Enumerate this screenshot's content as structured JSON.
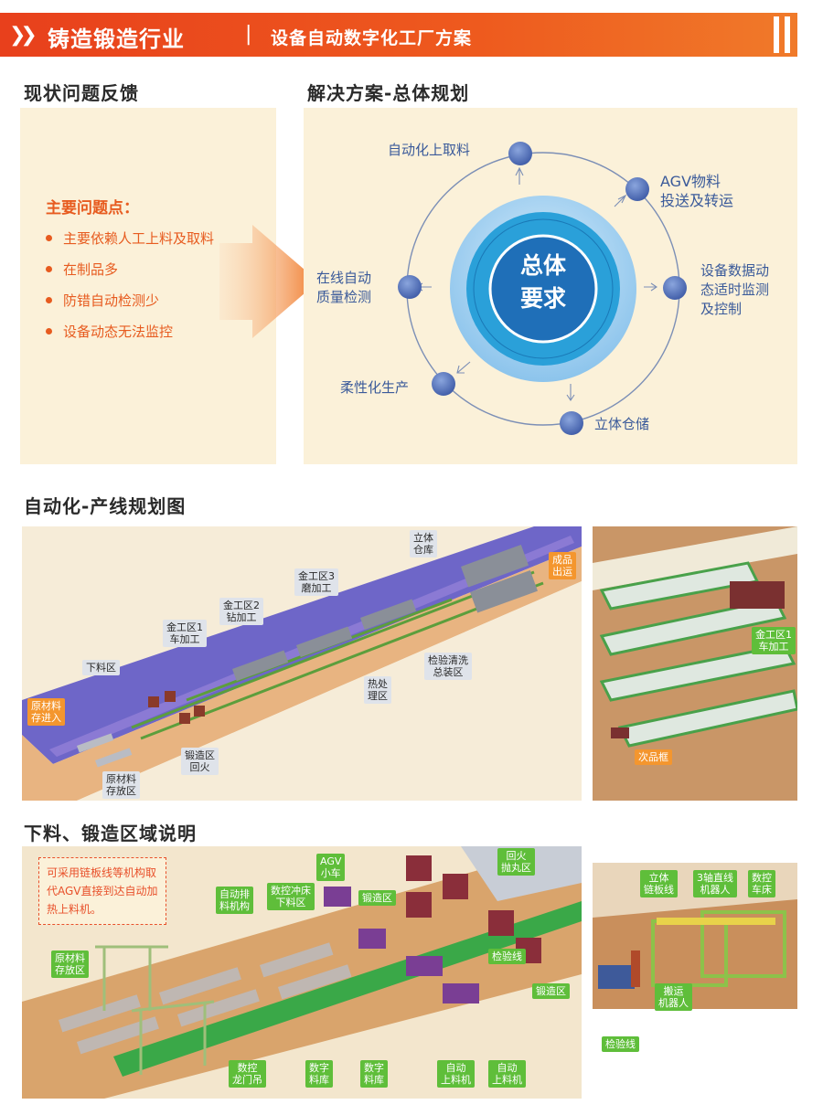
{
  "header": {
    "title": "铸造锻造行业",
    "separator": "|",
    "subtitle": "设备自动数字化工厂方案"
  },
  "sections": {
    "status": "现状问题反馈",
    "solution": "解决方案-总体规划",
    "line_plan": "自动化-产线规划图",
    "forging": "下料、锻造区域说明"
  },
  "problems": {
    "title": "主要问题点：",
    "items": [
      "主要依赖人工上料及取料",
      "在制品多",
      "防错自动检测少",
      "设备动态无法监控"
    ]
  },
  "overall": {
    "center_line1": "总体",
    "center_line2": "要求",
    "nodes": [
      "自动化上取料",
      "AGV物料\n投送及转运",
      "设备数据动\n态适时监测\n及控制",
      "立体仓储",
      "柔性化生产",
      "在线自动\n质量检测"
    ]
  },
  "line_plan": {
    "labels": {
      "warehouse": "立体\n仓库",
      "finished_out": "成品\n出运",
      "metal3": "金工区3\n磨加工",
      "metal2": "金工区2\n钻加工",
      "metal1": "金工区1\n车加工",
      "blanking": "下料区",
      "raw_in": "原材料\n存进入",
      "inspection": "检验清洗\n总装区",
      "heat": "热处\n理区",
      "forging_temper": "锻造区\n回火",
      "raw_store": "原材料\n存放区",
      "metal1_right": "金工区1\n车加工",
      "reject_box": "次品框"
    }
  },
  "forging": {
    "note": "可采用链板线等机构取代AGV直接到达自动加热上料机。",
    "labels": {
      "agv": "AGV\n小车",
      "temper": "回火\n抛丸区",
      "auto_feed": "自动排\n料机构",
      "cnc_punch": "数控冲床\n下料区",
      "forge_zone": "锻造区",
      "raw_store": "原材料\n存放区",
      "check_line": "检验线",
      "forge_zone2": "锻造区",
      "gantry": "数控\n龙门吊",
      "store1": "数字\n料库",
      "store2": "数字\n料库",
      "loader1": "自动\n上料机",
      "loader2": "自动\n上料机",
      "chain": "立体\n链板线",
      "robot3": "3轴直线\n机器人",
      "cnc_lathe": "数控\n车床",
      "carry_robot": "搬运\n机器人",
      "check_line2": "检验线"
    }
  }
}
